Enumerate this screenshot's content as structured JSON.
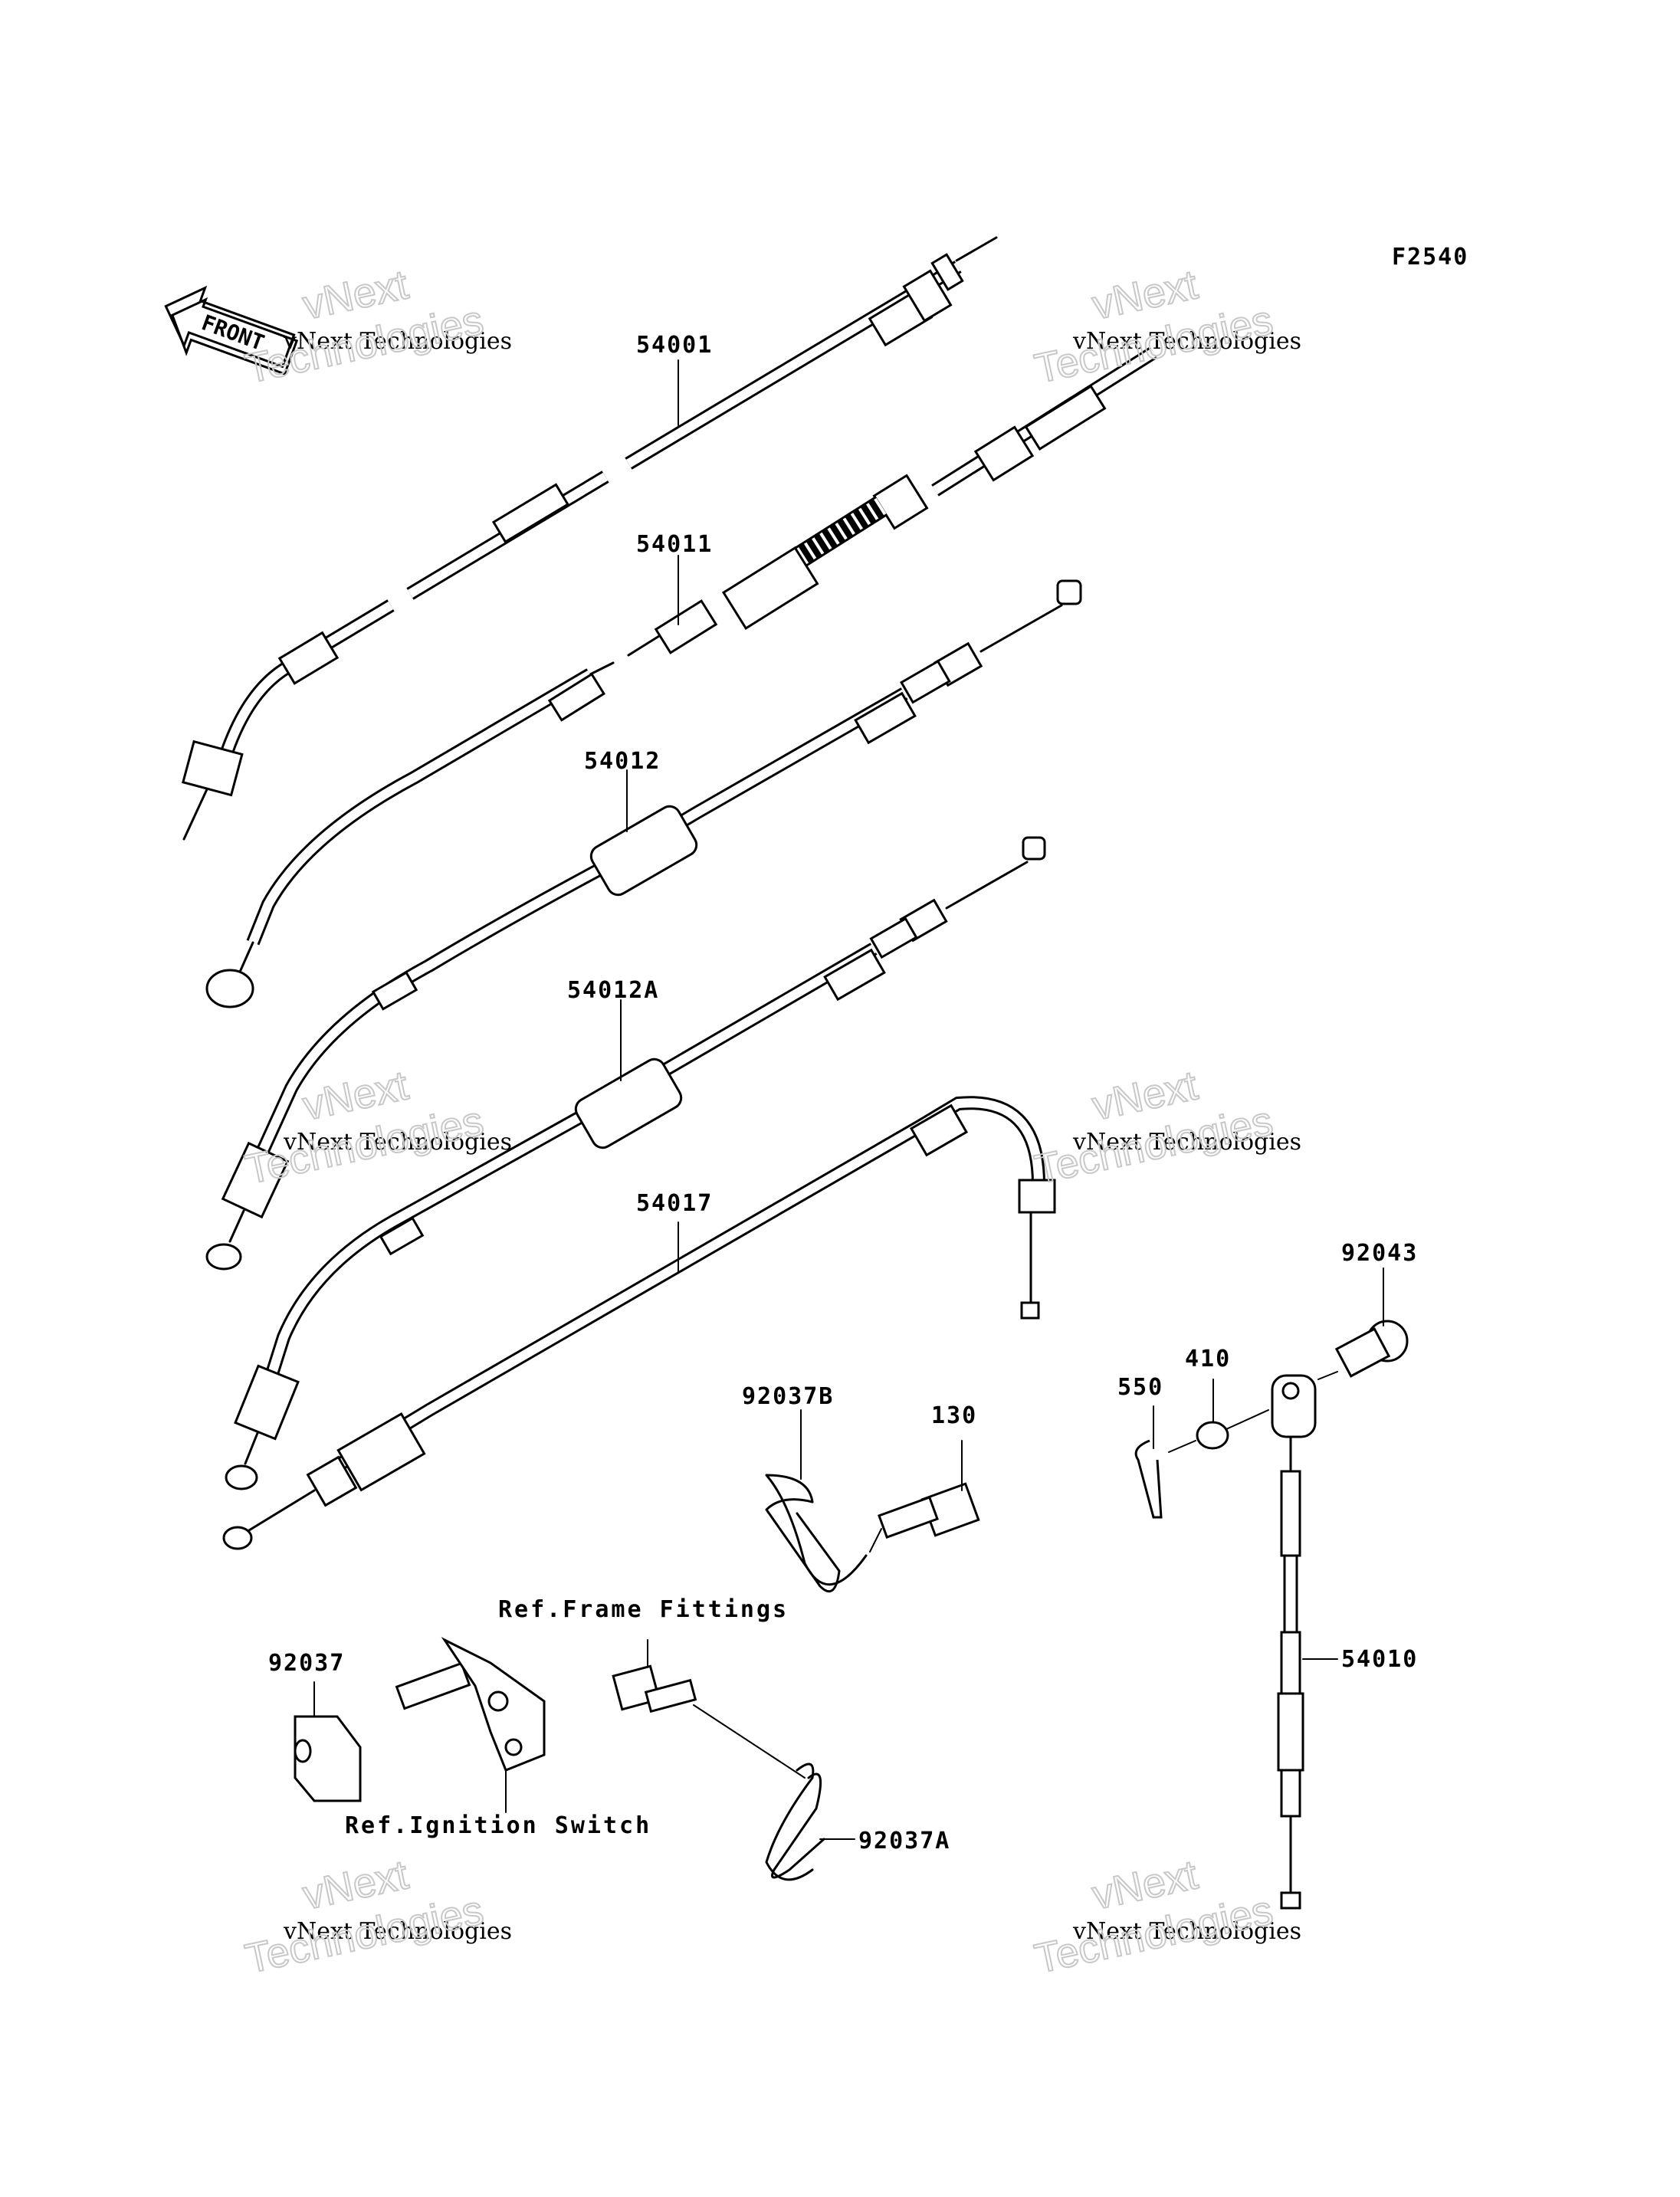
{
  "diagram_code": "F2540",
  "front_label": "FRONT",
  "watermark_line1": "vNext Technologies",
  "watermark_line2": "vNext",
  "watermark_line3": "Technologies",
  "labels": {
    "p54001": "54001",
    "p54011": "54011",
    "p54012": "54012",
    "p54012A": "54012A",
    "p54017": "54017",
    "p92043": "92043",
    "p410": "410",
    "p550": "550",
    "p92037B": "92037B",
    "p130": "130",
    "p54010": "54010",
    "p92037": "92037",
    "p92037A": "92037A",
    "ref_frame": "Ref.Frame Fittings",
    "ref_ignition": "Ref.Ignition Switch"
  }
}
